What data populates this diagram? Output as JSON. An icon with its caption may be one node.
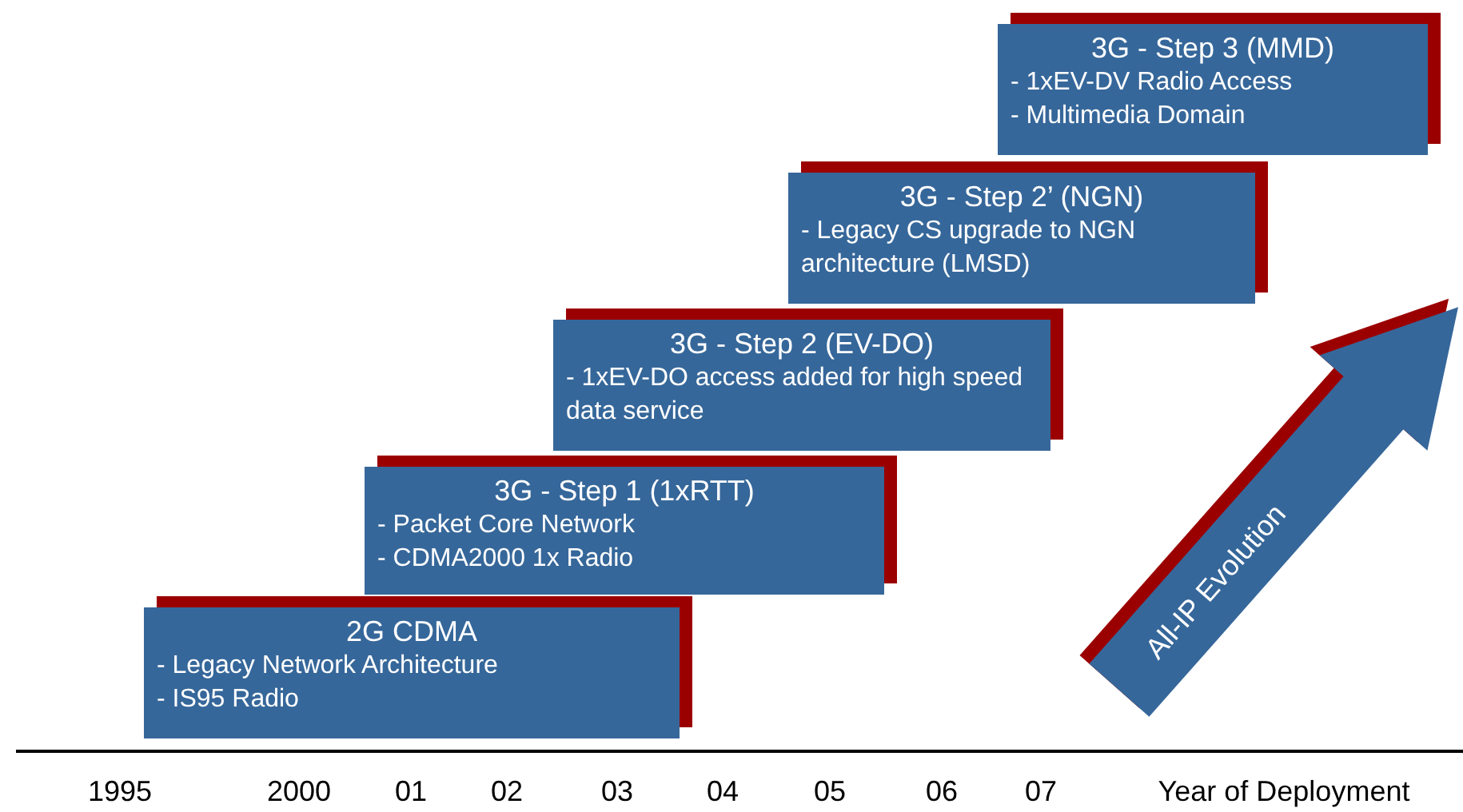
{
  "diagram": {
    "nodes": [
      {
        "text": [
          "2G CDMA",
          "- Legacy Network Architecture",
          "- IS95 Radio"
        ]
      },
      {
        "text": [
          "3G - Step 1  (1xRTT)",
          "- Packet Core Network",
          "- CDMA2000 1x Radio"
        ]
      },
      {
        "text": [
          "3G - Step 2 (EV-DO)",
          "- 1xEV-DO access added for high speed data service"
        ]
      },
      {
        "text": [
          "3G - Step 2’ (NGN)",
          "- Legacy CS upgrade to NGN architecture (LMSD)"
        ]
      },
      {
        "text": [
          "3G - Step 3 (MMD)",
          "- 1xEV-DV Radio Access",
          "- Multimedia Domain"
        ]
      },
      {
        "text": [
          "All-IP Evolution"
        ]
      }
    ],
    "edges": [],
    "labels": [
      "1995",
      "2000",
      "01",
      "02",
      "03",
      "04",
      "05",
      "06",
      "07",
      "Year of Deployment"
    ]
  }
}
